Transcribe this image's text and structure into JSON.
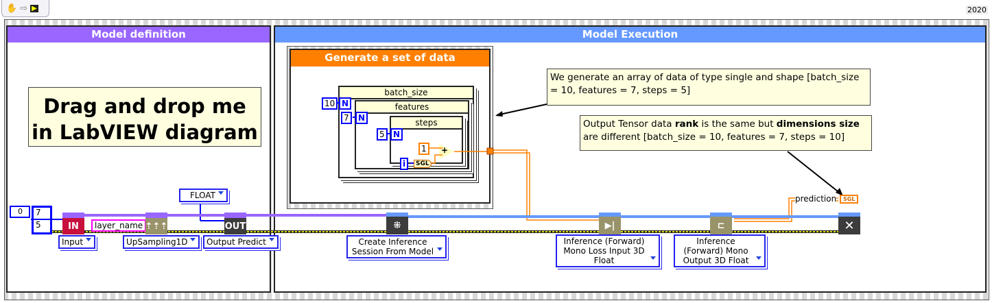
{
  "toolbar": {
    "icons": [
      "hand-tool-icon",
      "arrow-right-icon",
      "labview-vi-icon"
    ]
  },
  "version": "2020",
  "colors": {
    "model_definition_header": "#9966ff",
    "model_execution_header": "#6699ff",
    "generate_header": "#ff8000",
    "class_wire": "#9966ff",
    "session_wire": "#6699ff",
    "data_wire": "#ff8000",
    "error_wire": "#c8c800"
  },
  "model_definition": {
    "title": "Model definition",
    "note": "Drag and drop me in LabVIEW diagram",
    "shape_control": {
      "index": "0",
      "values": [
        "7",
        "5"
      ]
    },
    "input_node": {
      "icon": "IN",
      "selector": "Input"
    },
    "layer_name": "layer_name",
    "upsampling_selector": "UpSampling1D",
    "float_selector": "FLOAT",
    "output_node": {
      "icon": "OUT",
      "selector": "Output Predict"
    }
  },
  "model_execution": {
    "title": "Model Execution",
    "generate": {
      "title": "Generate a set of data",
      "loops": [
        {
          "label": "batch_size",
          "count": "10",
          "terminal": "N"
        },
        {
          "label": "features",
          "count": "7",
          "terminal": "N"
        },
        {
          "label": "steps",
          "count": "5",
          "terminal": "N"
        }
      ],
      "constant": "1",
      "iteration": "i",
      "conversion": "SGL",
      "add": "+"
    },
    "note1": "We generate an array of data of type single and shape [batch_size = 10, features = 7, steps = 5]",
    "note2": {
      "pre": "Output Tensor data ",
      "b1": "rank",
      "mid": " is the same but ",
      "b2": "dimensions size",
      "post": " are different [batch_size = 10, features = 7, steps = 10]"
    },
    "create_session": "Create Inference Session From Model",
    "forward1": "Inference (Forward) Mono Loss Input 3D Float",
    "forward2": "Inference (Forward) Mono Output 3D Float",
    "prediction_label": "prediction",
    "prediction_type": "SGL"
  }
}
